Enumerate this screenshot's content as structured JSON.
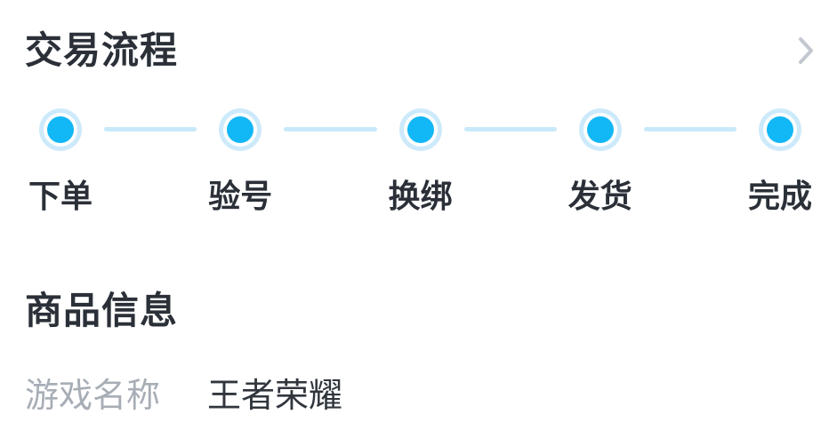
{
  "colors": {
    "accent_blue": "#12b7f5",
    "halo_blue": "#cdeafb",
    "connector_blue": "#c8e9fa",
    "heading_text": "#2b3038",
    "secondary_text": "#a8aeb6",
    "chevron_gray": "#c3c8d0"
  },
  "icons": {
    "chevron_right": "›"
  },
  "transaction_flow": {
    "title": "交易流程",
    "steps": [
      {
        "label": "下单"
      },
      {
        "label": "验号"
      },
      {
        "label": "换绑"
      },
      {
        "label": "发货"
      },
      {
        "label": "完成"
      }
    ]
  },
  "product_info": {
    "title": "商品信息",
    "fields": [
      {
        "label": "游戏名称",
        "value": "王者荣耀"
      }
    ]
  }
}
